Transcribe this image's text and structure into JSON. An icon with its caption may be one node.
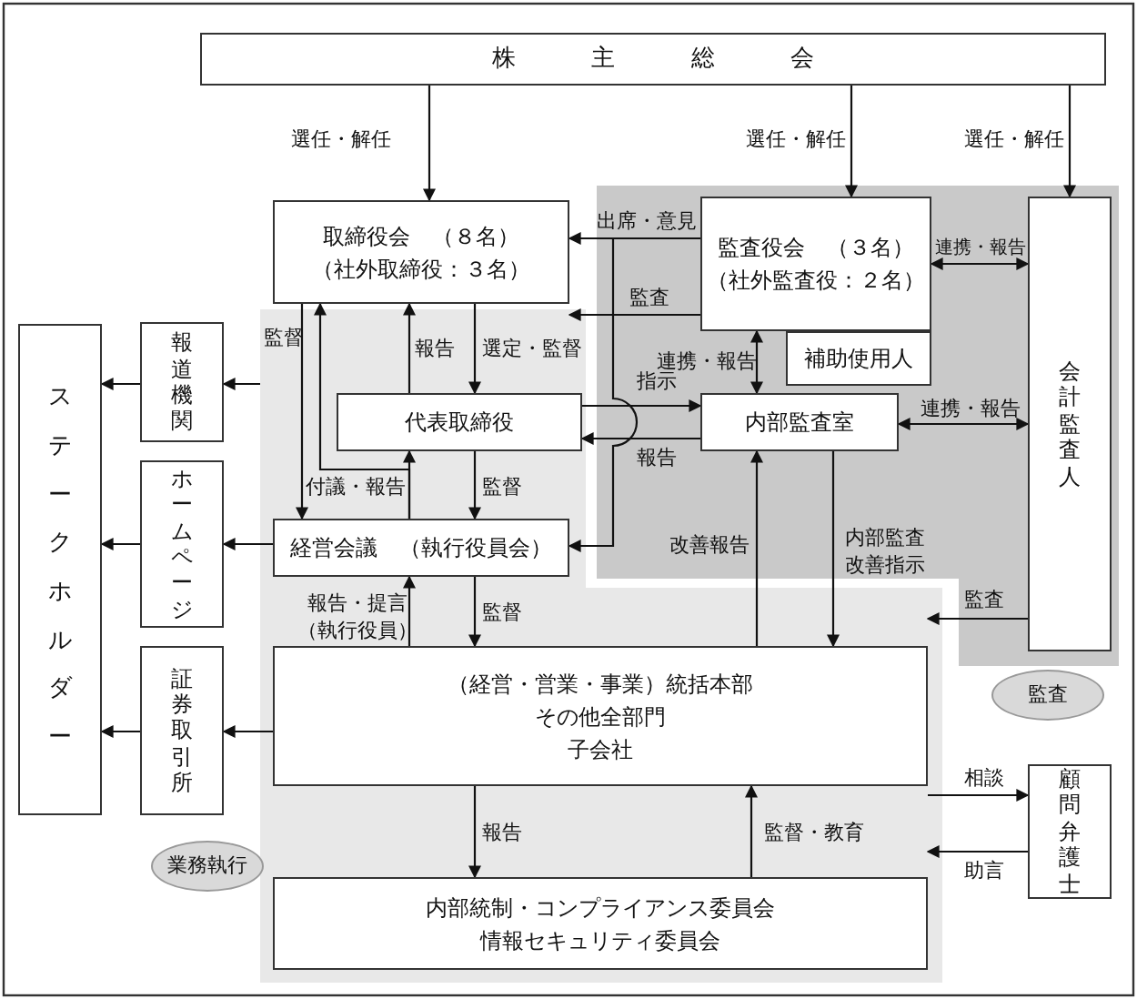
{
  "diagram": {
    "nodes": [
      {
        "text": [
          "株主総会"
        ]
      },
      {
        "text": [
          "取締役会　（８名）",
          "（社外取締役：３名）"
        ]
      },
      {
        "text": [
          "監査役会　（３名）",
          "（社外監査役：２名）"
        ]
      },
      {
        "text": [
          "補助使用人"
        ]
      },
      {
        "text": [
          "会計監査人"
        ]
      },
      {
        "text": [
          "報道機関"
        ]
      },
      {
        "text": [
          "ステークホルダー"
        ]
      },
      {
        "text": [
          "代表取締役"
        ]
      },
      {
        "text": [
          "内部監査室"
        ]
      },
      {
        "text": [
          "ホームページ"
        ]
      },
      {
        "text": [
          "経営会議　（執行役員会）"
        ]
      },
      {
        "text": [
          "証券取引所"
        ]
      },
      {
        "text": [
          "（経営・営業・事業）統括本部",
          "その他全部門",
          "子会社"
        ]
      },
      {
        "text": [
          "顧問弁護士"
        ]
      },
      {
        "text": [
          "業務執行"
        ]
      },
      {
        "text": [
          "監査"
        ]
      },
      {
        "text": [
          "内部統制・コンプライアンス委員会",
          "情報セキュリティ委員会"
        ]
      }
    ],
    "edges": [
      {
        "from": 0,
        "to": 1,
        "arrow": "to",
        "label": "選任・解任"
      },
      {
        "from": 0,
        "to": 2,
        "arrow": "to",
        "label": "選任・解任"
      },
      {
        "from": 0,
        "to": 4,
        "arrow": "to",
        "label": "選任・解任"
      },
      {
        "from": 2,
        "to": 1,
        "arrow": "to",
        "label": "出席・意見"
      },
      {
        "from": 2,
        "to": 10,
        "arrow": "to"
      },
      {
        "from": 2,
        "to": 1,
        "arrow": "to",
        "label": "監査"
      },
      {
        "from": 2,
        "to": 8,
        "arrow": "both",
        "label": "連携・報告"
      },
      {
        "from": 2,
        "to": 4,
        "arrow": "both",
        "label": "連携・報告"
      },
      {
        "from": 8,
        "to": 4,
        "arrow": "both",
        "label": "連携・報告"
      },
      {
        "from": 7,
        "to": 8,
        "arrow": "to",
        "label": "指示"
      },
      {
        "from": 8,
        "to": 7,
        "arrow": "to",
        "label": "報告"
      },
      {
        "from": 12,
        "to": 8,
        "arrow": "to",
        "label": "改善報告"
      },
      {
        "from": 8,
        "to": 12,
        "arrow": "to",
        "label": "内部監査改善指示"
      },
      {
        "from": 4,
        "to": 12,
        "arrow": "to",
        "label": "監査"
      },
      {
        "from": 1,
        "to": 10,
        "arrow": "to",
        "label": "監督"
      },
      {
        "from": 10,
        "to": 1,
        "arrow": "to"
      },
      {
        "from": 10,
        "to": 7,
        "arrow": "to",
        "label": "付議・報告"
      },
      {
        "from": 7,
        "to": 1,
        "arrow": "to",
        "label": "報告"
      },
      {
        "from": 1,
        "to": 7,
        "arrow": "to",
        "label": "選定・監督"
      },
      {
        "from": 7,
        "to": 10,
        "arrow": "to",
        "label": "監督"
      },
      {
        "from": 12,
        "to": 10,
        "arrow": "to",
        "label": "報告・提言（執行役員）"
      },
      {
        "from": 10,
        "to": 12,
        "arrow": "to",
        "label": "監督"
      },
      {
        "from": 12,
        "to": 16,
        "arrow": "to",
        "label": "報告"
      },
      {
        "from": 16,
        "to": 12,
        "arrow": "to",
        "label": "監督・教育"
      },
      {
        "from": 12,
        "to": 13,
        "arrow": "to",
        "label": "相談"
      },
      {
        "from": 13,
        "to": 16,
        "arrow": "to",
        "label": "助言"
      },
      {
        "from": null,
        "to": 5,
        "arrow": "to"
      },
      {
        "from": 5,
        "to": 6,
        "arrow": "to"
      },
      {
        "from": 10,
        "to": 9,
        "arrow": "to"
      },
      {
        "from": 9,
        "to": 6,
        "arrow": "to"
      },
      {
        "from": 12,
        "to": 11,
        "arrow": "to"
      },
      {
        "from": 11,
        "to": 6,
        "arrow": "to"
      }
    ]
  }
}
